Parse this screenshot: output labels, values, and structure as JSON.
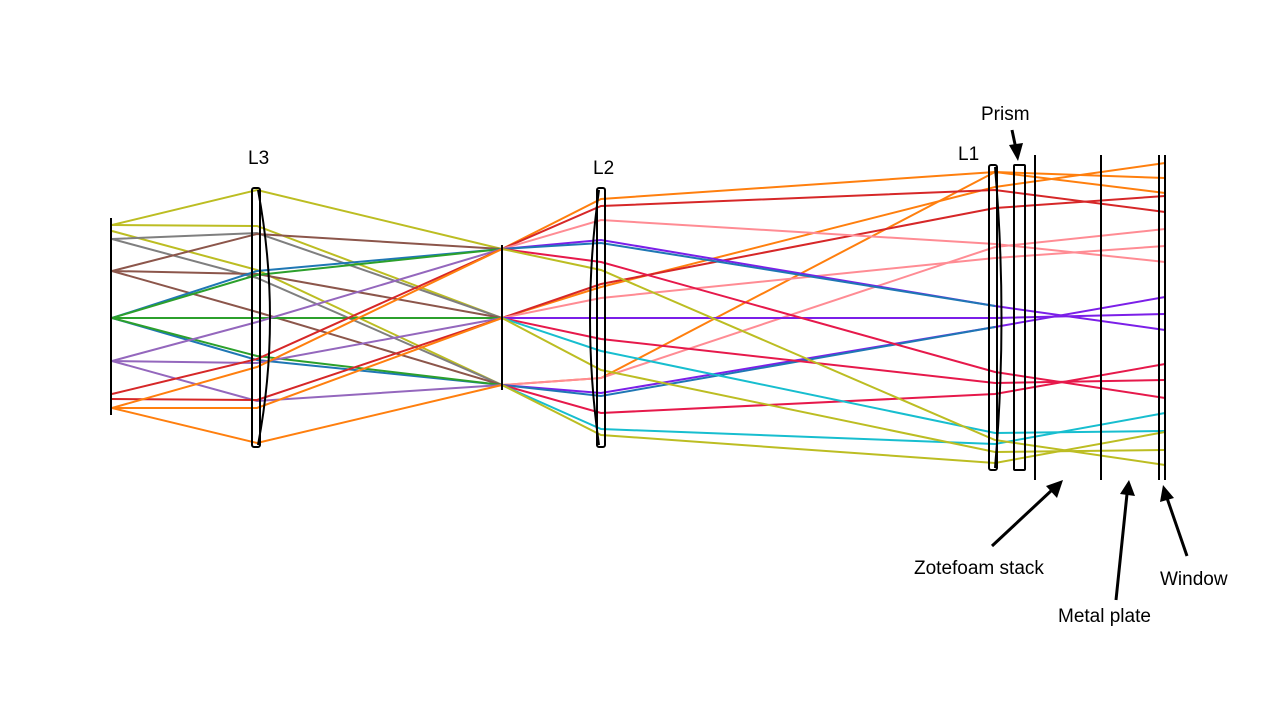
{
  "labels": {
    "l3": "L3",
    "l2": "L2",
    "l1": "L1",
    "prism": "Prism",
    "zotefoam": "Zotefoam stack",
    "metal_plate": "Metal plate",
    "window": "Window"
  },
  "colors": {
    "outline": "#000000",
    "background": "#ffffff",
    "ray_colors": [
      "#bcbd22",
      "#8c564b",
      "#7f7f7f",
      "#1f77b4",
      "#2ca02c",
      "#9467bd",
      "#d62728",
      "#ff7f0e",
      "#ff8c94",
      "#e6194b",
      "#7b1fe8",
      "#17becf"
    ]
  }
}
